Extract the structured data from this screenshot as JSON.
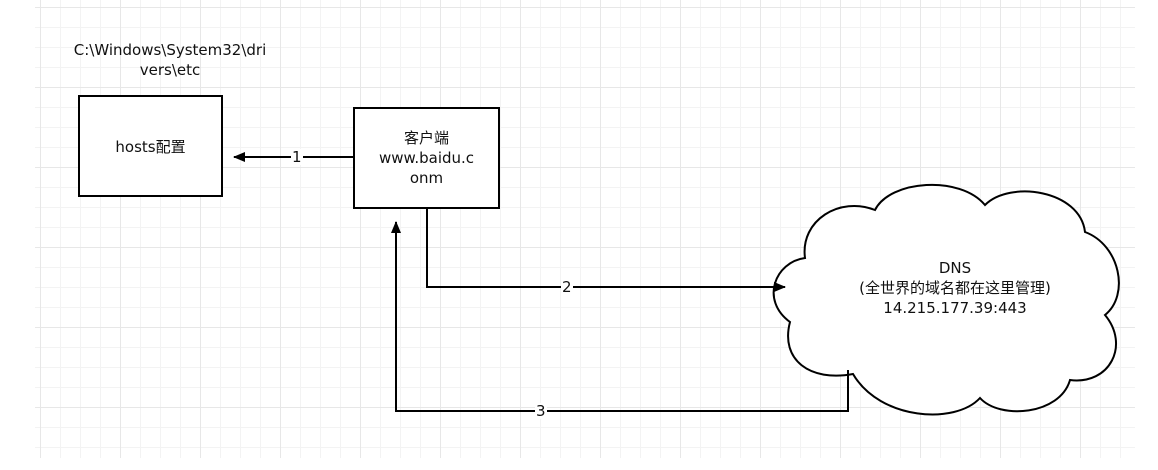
{
  "diagram": {
    "path_note": "C:\\Windows\\System32\\drivers\\etc",
    "path_note_line1": "C:\\Windows\\System32\\dri",
    "path_note_line2": "vers\\etc",
    "hosts_box": {
      "label": "hosts配置"
    },
    "client_box": {
      "line1": "客户端",
      "line2": "www.baidu.c",
      "line3": "onm"
    },
    "dns_cloud": {
      "line1": "DNS",
      "line2": "(全世界的域名都在这里管理)",
      "line3": "14.215.177.39:443"
    },
    "edges": [
      {
        "label": "1",
        "from": "client",
        "to": "hosts"
      },
      {
        "label": "2",
        "from": "client",
        "to": "dns"
      },
      {
        "label": "3",
        "from": "dns",
        "to": "client"
      }
    ],
    "colors": {
      "stroke": "#000000",
      "grid_major": "#e7e7e7",
      "grid_minor": "#f3f3f3",
      "background": "#ffffff"
    }
  }
}
